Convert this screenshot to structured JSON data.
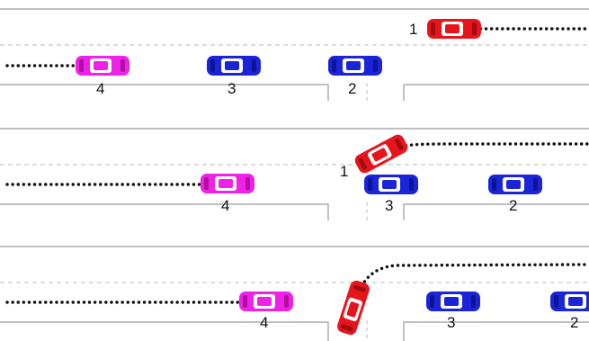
{
  "colors": {
    "ego": "#e8141c",
    "pink": "#ee22e6",
    "blue": "#1b25d8",
    "road_edge": "#9a9a9a",
    "lane_dash": "#b8b8b8",
    "trajectory": "#111111"
  },
  "panels": [
    {
      "labels": {
        "car1": "1",
        "car2": "2",
        "car3": "3",
        "car4": "4"
      }
    },
    {
      "labels": {
        "car1": "1",
        "car2": "2",
        "car3": "3",
        "car4": "4"
      }
    },
    {
      "labels": {
        "car2": "2",
        "car3": "3",
        "car4": "4"
      }
    }
  ]
}
